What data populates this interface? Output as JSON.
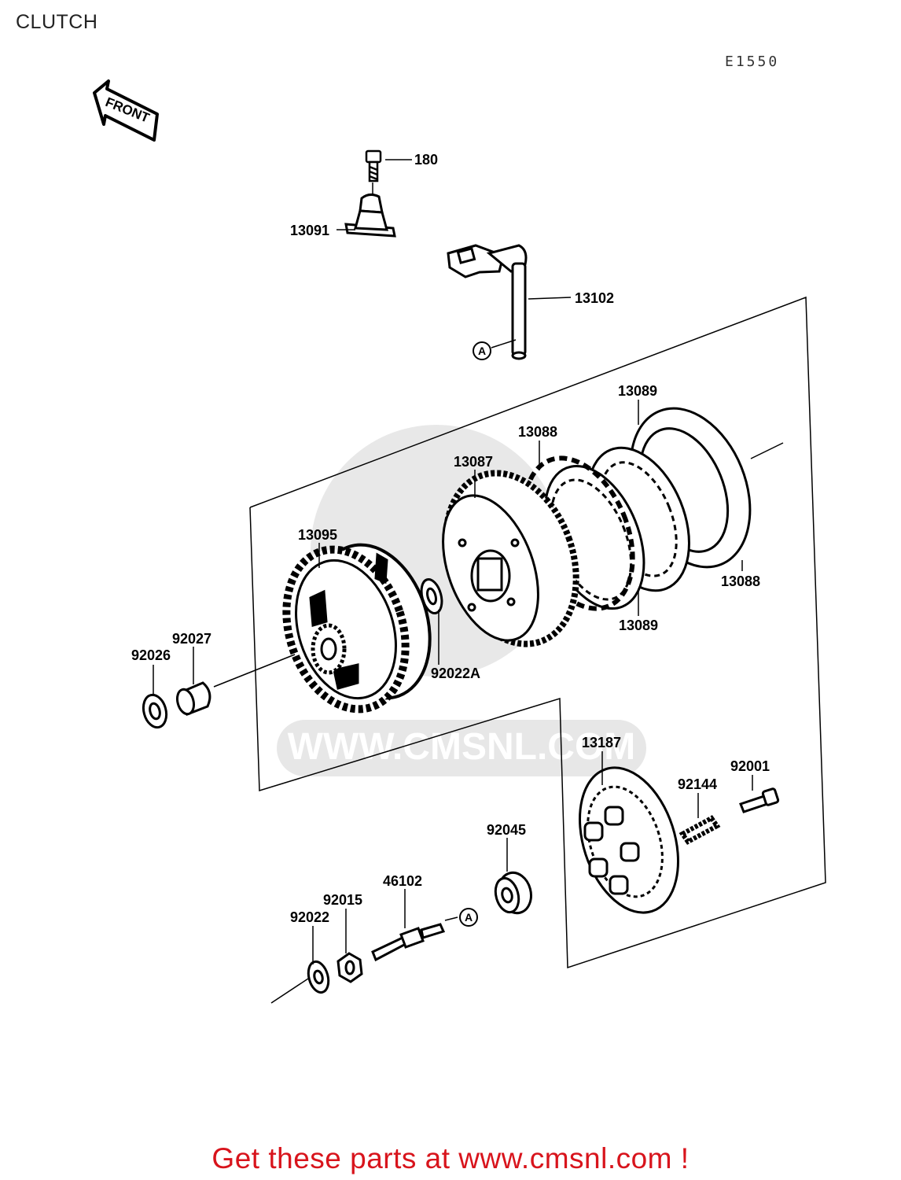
{
  "page": {
    "title": "CLUTCH",
    "diagram_code": "E1550",
    "front_arrow": "FRONT",
    "watermark": "WWW.CMSNL.COM",
    "footer": "Get these parts at www.cmsnl.com !"
  },
  "callouts": [
    {
      "id": "180",
      "text": "180"
    },
    {
      "id": "13091",
      "text": "13091"
    },
    {
      "id": "13102",
      "text": "13102"
    },
    {
      "id": "13089-top",
      "text": "13089"
    },
    {
      "id": "13088-top",
      "text": "13088"
    },
    {
      "id": "13087",
      "text": "13087"
    },
    {
      "id": "13095",
      "text": "13095"
    },
    {
      "id": "13088-bottom",
      "text": "13088"
    },
    {
      "id": "13089-bottom",
      "text": "13089"
    },
    {
      "id": "92027",
      "text": "92027"
    },
    {
      "id": "92026",
      "text": "92026"
    },
    {
      "id": "92022A",
      "text": "92022A"
    },
    {
      "id": "13187",
      "text": "13187"
    },
    {
      "id": "92001",
      "text": "92001"
    },
    {
      "id": "92144",
      "text": "92144"
    },
    {
      "id": "92045",
      "text": "92045"
    },
    {
      "id": "46102",
      "text": "46102"
    },
    {
      "id": "92015",
      "text": "92015"
    },
    {
      "id": "92022",
      "text": "92022"
    }
  ],
  "reference_marks": [
    {
      "id": "A-upper",
      "text": "A"
    },
    {
      "id": "A-lower",
      "text": "A"
    }
  ]
}
